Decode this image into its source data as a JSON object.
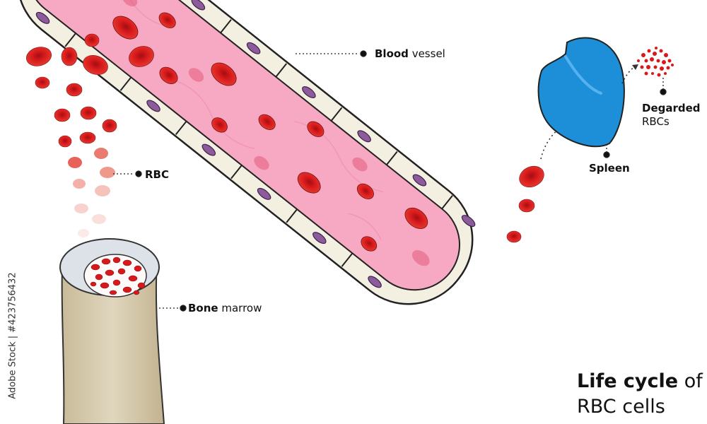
{
  "title": {
    "bold": "Life cycle",
    "rest1": " of",
    "line2": "RBC cells"
  },
  "labels": {
    "blood_vessel": {
      "bold": "Blood",
      "rest": " vessel"
    },
    "rbc": "RBC",
    "bone_marrow": {
      "bold": "Bone",
      "rest": " marrow"
    },
    "spleen": "Spleen",
    "degraded": {
      "bold": "Degarded",
      "line2": "RBCs"
    }
  },
  "watermark": "Adobe Stock | #423756432",
  "colors": {
    "rbc": "#d8191c",
    "vessel": "#f7a9c3",
    "vessel_wall": "#f3efe1",
    "nucleus": "#8d5a9c",
    "spleen": "#1d8fd8",
    "bone": "#d2c6a9",
    "marrow_outer": "#dfe4ea"
  }
}
